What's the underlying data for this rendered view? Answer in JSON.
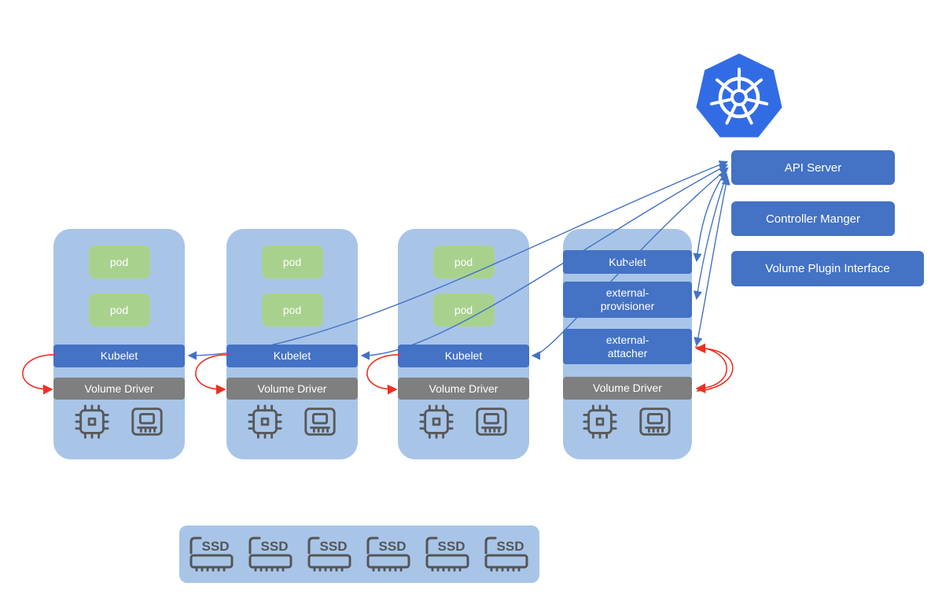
{
  "colors": {
    "background": "#ffffff",
    "node_background": "#a8c5e8",
    "pod_green": "#a9d18e",
    "component_blue": "#4472c4",
    "volume_driver_gray": "#7f7f7f",
    "kubernetes_blue": "#326ce5",
    "arrow_blue": "#4472c4",
    "arrow_red": "#ee3124",
    "icon_gray": "#595959"
  },
  "control_plane": {
    "api_server": "API Server",
    "controller_manager": "Controller Manger",
    "volume_plugin_interface": "Volume Plugin Interface"
  },
  "nodes": [
    {
      "pods": [
        "pod",
        "pod"
      ],
      "kubelet": "Kubelet",
      "volume_driver": "Volume Driver"
    },
    {
      "pods": [
        "pod",
        "pod"
      ],
      "kubelet": "Kubelet",
      "volume_driver": "Volume Driver"
    },
    {
      "pods": [
        "pod",
        "pod"
      ],
      "kubelet": "Kubelet",
      "volume_driver": "Volume Driver"
    },
    {
      "kubelet": "Kubelet",
      "external_provisioner": [
        "external-",
        "provisioner"
      ],
      "external_attacher": [
        "external-",
        "attacher"
      ],
      "volume_driver": "Volume Driver"
    }
  ],
  "storage_pool": {
    "ssd_label": "SSD",
    "ssd_count": 6
  },
  "icons": {
    "kubernetes_logo": "kubernetes-wheel-logo",
    "cpu": "cpu-chip",
    "memory": "memory-module",
    "ssd": "ssd-drive"
  }
}
